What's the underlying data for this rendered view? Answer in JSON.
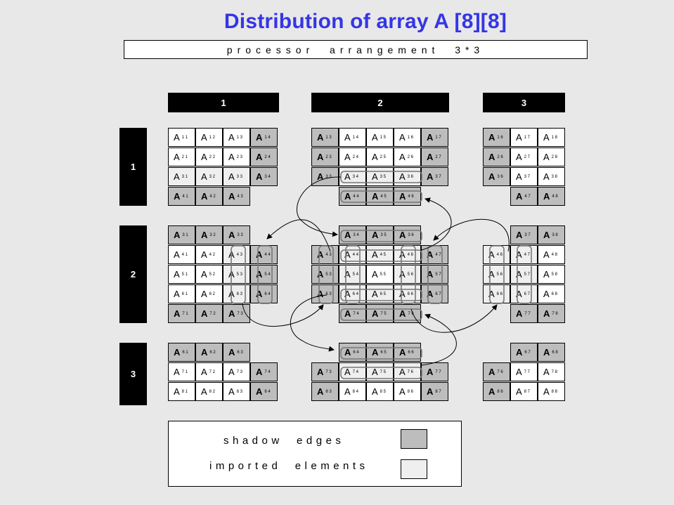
{
  "title": "Distribution of array A [8][8]",
  "subtitle": "processor  arrangement  3*3",
  "column_headers": [
    "1",
    "2",
    "3"
  ],
  "row_headers": [
    "1",
    "2",
    "3"
  ],
  "legend": {
    "shadow_label": "shadow  edges",
    "imported_label": "imported  elements"
  },
  "colors": {
    "title": "#3535e6",
    "shadow": "#bdbdbd",
    "imported": "#efefef",
    "local": "#ffffff"
  },
  "cell_prefix": "A",
  "blocks": [
    {
      "name": "block-1-1",
      "cells": [
        [
          "11",
          "l"
        ],
        [
          "12",
          "l"
        ],
        [
          "13",
          "l"
        ],
        [
          "14",
          "s"
        ],
        [
          "21",
          "l"
        ],
        [
          "22",
          "l"
        ],
        [
          "23",
          "l"
        ],
        [
          "24",
          "s"
        ],
        [
          "31",
          "i"
        ],
        [
          "32",
          "i"
        ],
        [
          "33",
          "i"
        ],
        [
          "34",
          "s"
        ],
        [
          "41",
          "s"
        ],
        [
          "42",
          "s"
        ],
        [
          "43",
          "s"
        ],
        null
      ]
    },
    {
      "name": "block-1-2",
      "cells": [
        [
          "13",
          "s"
        ],
        [
          "14",
          "l"
        ],
        [
          "15",
          "l"
        ],
        [
          "16",
          "l"
        ],
        [
          "17",
          "s"
        ],
        [
          "23",
          "s"
        ],
        [
          "24",
          "l"
        ],
        [
          "25",
          "l"
        ],
        [
          "26",
          "l"
        ],
        [
          "27",
          "s"
        ],
        [
          "33",
          "s"
        ],
        [
          "34",
          "i"
        ],
        [
          "35",
          "i"
        ],
        [
          "36",
          "i"
        ],
        [
          "37",
          "s"
        ],
        null,
        [
          "44",
          "s"
        ],
        [
          "45",
          "s"
        ],
        [
          "46",
          "s"
        ],
        null
      ]
    },
    {
      "name": "block-1-3",
      "cells": [
        [
          "16",
          "s"
        ],
        [
          "17",
          "l"
        ],
        [
          "18",
          "l"
        ],
        [
          "26",
          "s"
        ],
        [
          "27",
          "l"
        ],
        [
          "28",
          "l"
        ],
        [
          "36",
          "s"
        ],
        [
          "37",
          "l"
        ],
        [
          "38",
          "l"
        ],
        null,
        [
          "47",
          "s"
        ],
        [
          "48",
          "s"
        ]
      ]
    },
    {
      "name": "block-2-1",
      "cells": [
        [
          "31",
          "s"
        ],
        [
          "32",
          "s"
        ],
        [
          "33",
          "s"
        ],
        null,
        [
          "41",
          "l"
        ],
        [
          "42",
          "l"
        ],
        [
          "43",
          "i"
        ],
        [
          "44",
          "s"
        ],
        [
          "51",
          "l"
        ],
        [
          "52",
          "l"
        ],
        [
          "53",
          "i"
        ],
        [
          "54",
          "s"
        ],
        [
          "61",
          "l"
        ],
        [
          "62",
          "l"
        ],
        [
          "63",
          "i"
        ],
        [
          "64",
          "s"
        ],
        [
          "71",
          "s"
        ],
        [
          "72",
          "s"
        ],
        [
          "73",
          "s"
        ],
        null
      ]
    },
    {
      "name": "block-2-2",
      "cells": [
        null,
        [
          "34",
          "s"
        ],
        [
          "35",
          "s"
        ],
        [
          "36",
          "s"
        ],
        null,
        [
          "43",
          "s"
        ],
        [
          "44",
          "i"
        ],
        [
          "45",
          "i"
        ],
        [
          "46",
          "i"
        ],
        [
          "47",
          "s"
        ],
        [
          "53",
          "s"
        ],
        [
          "54",
          "i"
        ],
        [
          "55",
          "l"
        ],
        [
          "56",
          "i"
        ],
        [
          "57",
          "s"
        ],
        [
          "63",
          "s"
        ],
        [
          "64",
          "i"
        ],
        [
          "65",
          "i"
        ],
        [
          "66",
          "i"
        ],
        [
          "67",
          "s"
        ],
        null,
        [
          "74",
          "s"
        ],
        [
          "75",
          "s"
        ],
        [
          "76",
          "s"
        ],
        null
      ]
    },
    {
      "name": "block-2-3",
      "cells": [
        null,
        [
          "37",
          "s"
        ],
        [
          "38",
          "s"
        ],
        [
          "46",
          "i"
        ],
        [
          "47",
          "i"
        ],
        [
          "48",
          "l"
        ],
        [
          "56",
          "i"
        ],
        [
          "57",
          "i"
        ],
        [
          "58",
          "l"
        ],
        [
          "66",
          "i"
        ],
        [
          "67",
          "i"
        ],
        [
          "68",
          "l"
        ],
        null,
        [
          "77",
          "s"
        ],
        [
          "78",
          "s"
        ]
      ]
    },
    {
      "name": "block-3-1",
      "cells": [
        [
          "61",
          "s"
        ],
        [
          "62",
          "s"
        ],
        [
          "63",
          "s"
        ],
        null,
        [
          "71",
          "l"
        ],
        [
          "72",
          "l"
        ],
        [
          "73",
          "l"
        ],
        [
          "74",
          "s"
        ],
        [
          "81",
          "l"
        ],
        [
          "82",
          "l"
        ],
        [
          "83",
          "l"
        ],
        [
          "84",
          "s"
        ]
      ]
    },
    {
      "name": "block-3-2",
      "cells": [
        null,
        [
          "64",
          "s"
        ],
        [
          "65",
          "s"
        ],
        [
          "66",
          "s"
        ],
        null,
        [
          "73",
          "s"
        ],
        [
          "74",
          "i"
        ],
        [
          "75",
          "i"
        ],
        [
          "76",
          "i"
        ],
        [
          "77",
          "s"
        ],
        [
          "83",
          "s"
        ],
        [
          "84",
          "l"
        ],
        [
          "85",
          "l"
        ],
        [
          "86",
          "l"
        ],
        [
          "87",
          "s"
        ]
      ]
    },
    {
      "name": "block-3-3",
      "cells": [
        null,
        [
          "67",
          "s"
        ],
        [
          "68",
          "s"
        ],
        [
          "76",
          "s"
        ],
        [
          "77",
          "l"
        ],
        [
          "78",
          "l"
        ],
        [
          "86",
          "s"
        ],
        [
          "87",
          "l"
        ],
        [
          "88",
          "l"
        ]
      ]
    }
  ]
}
